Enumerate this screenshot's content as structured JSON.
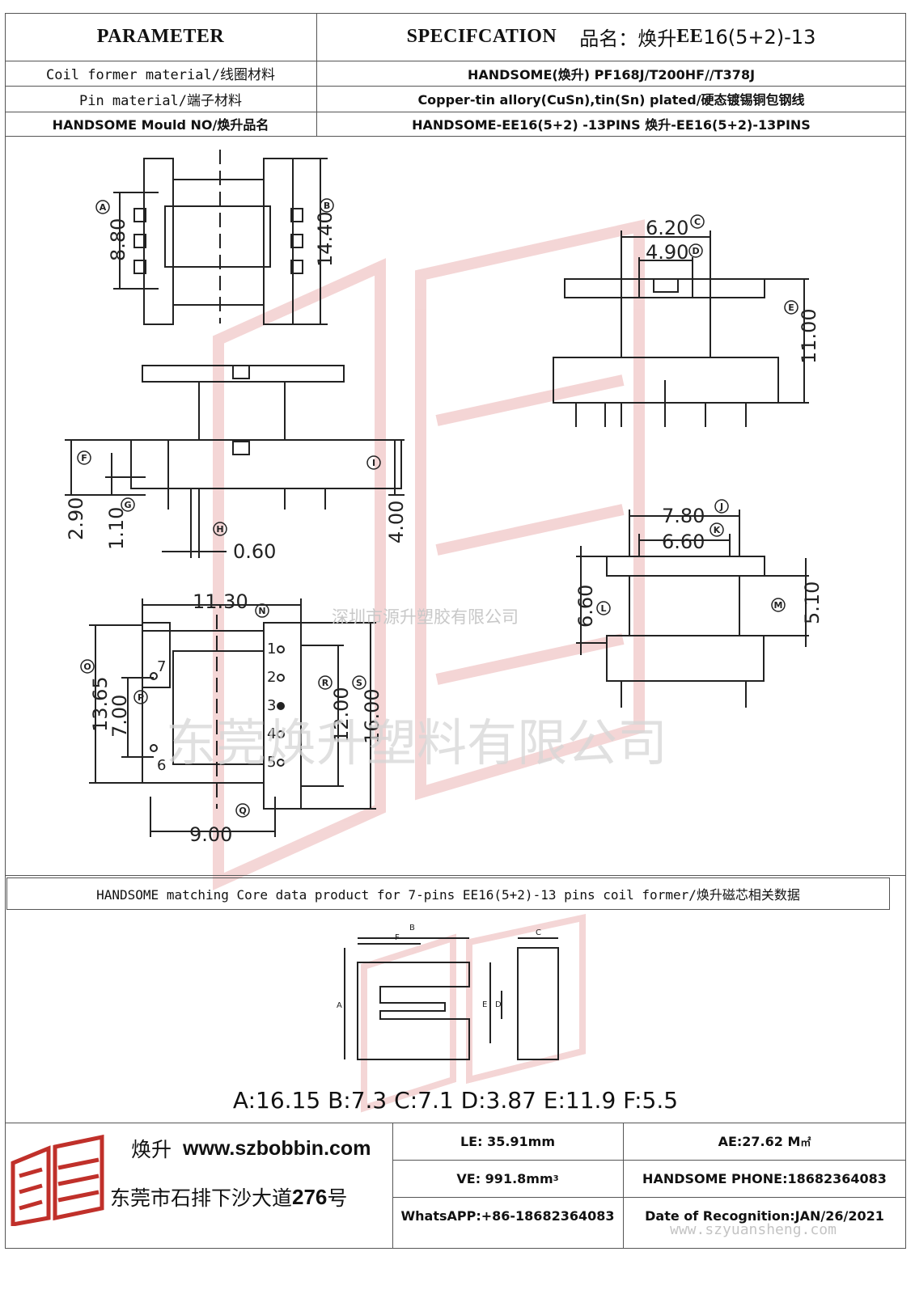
{
  "header": {
    "parameter_label": "PARAMETER",
    "spec_label": "SPECIFCATION",
    "product_prefix": "品名：焕升 ",
    "product_bold": "EE",
    "product_rest": "16(5+2)-13"
  },
  "rows": [
    {
      "param": "Coil former material/线圈材料",
      "spec": "HANDSOME(焕升)   PF168J/T200HF//T378J"
    },
    {
      "param": "Pin material/端子材料",
      "spec": "Copper-tin allory(CuSn),tin(Sn) plated/硬态镀锡铜包钢线"
    },
    {
      "param": "HANDSOME Mould NO/焕升品名",
      "spec": "HANDSOME-EE16(5+2) -13PINS    焕升-EE16(5+2)-13PINS"
    }
  ],
  "drawing": {
    "dims": {
      "a": "8.80",
      "b": "14.40",
      "c": "6.20",
      "d": "4.90",
      "e": "11.00",
      "f": "2.90",
      "g": "1.10",
      "h": "0.60",
      "i": "4.00",
      "j": "7.80",
      "k": "6.60",
      "l": "6.60",
      "m": "5.10",
      "n": "11.30",
      "o": "13.65",
      "p": "7.00",
      "r": "12.00",
      "s": "16.00",
      "q": "9.00"
    },
    "markers": [
      "A",
      "B",
      "C",
      "D",
      "E",
      "F",
      "G",
      "H",
      "I",
      "J",
      "K",
      "L",
      "M",
      "N",
      "O",
      "P",
      "Q",
      "R",
      "S"
    ],
    "pin_numbers": [
      "1",
      "2",
      "3",
      "4",
      "5",
      "6",
      "7"
    ],
    "watermark_small": "深圳市源升塑胶有限公司",
    "watermark_large": "东莞焕升塑料有限公司"
  },
  "core": {
    "caption": "HANDSOME matching Core data  product for 7-pins EE16(5+2)-13 pins coil former/焕升磁芯相关数据",
    "labels": [
      "A",
      "B",
      "C",
      "D",
      "E",
      "F"
    ],
    "data_line": "A:16.15 B:7.3 C:7.1 D:3.87 E:11.9 F:5.5"
  },
  "footer": {
    "brand": "焕升",
    "website": "www.szbobbin.com",
    "address_prefix": "东莞市石排下沙大道 ",
    "address_number": "276",
    "address_suffix": " 号",
    "le": "LE: 35.91mm",
    "ae_prefix": "AE:27.62 M ",
    "ae_unit": "㎡",
    "ve_prefix": "VE: 991.8mm",
    "ve_sup": "3",
    "phone": "HANDSOME PHONE:18682364083",
    "whatsapp": "WhatsAPP:+86-18682364083",
    "date": "Date of Recognition:JAN/26/2021",
    "watermark_url": "www.szyuansheng.com"
  },
  "colors": {
    "watermark": "#e8a0a0",
    "logo": "#c0302a"
  }
}
